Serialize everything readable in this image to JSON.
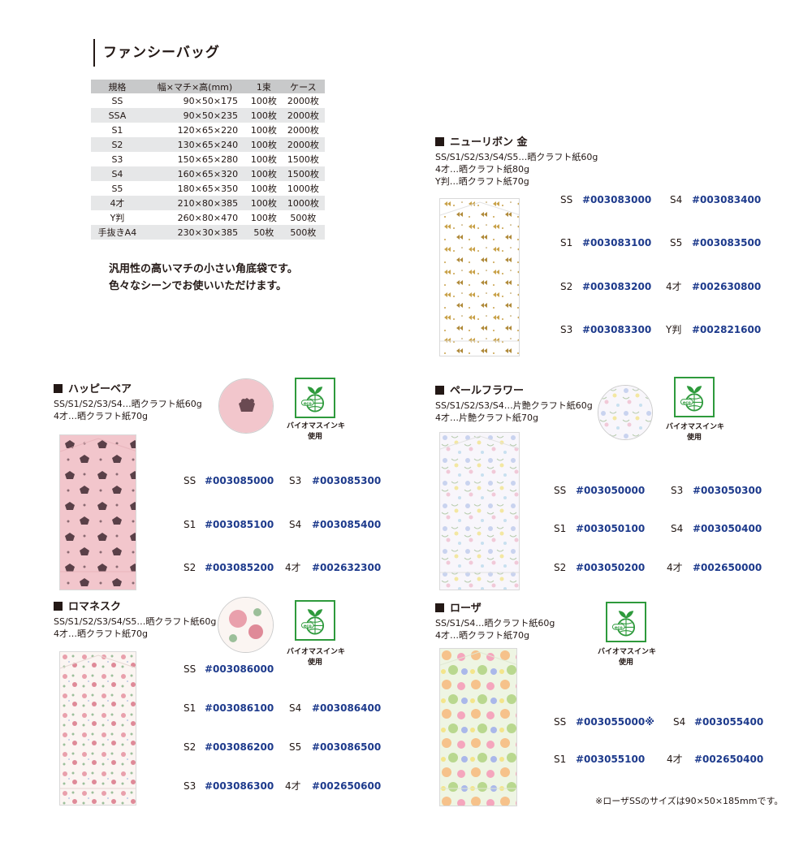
{
  "header": {
    "title": "ファンシーバッグ"
  },
  "spec_table": {
    "headers": [
      "規格",
      "幅×マチ×高(mm)",
      "1束",
      "ケース"
    ],
    "rows": [
      [
        "SS",
        "90×50×175",
        "100枚",
        "2000枚"
      ],
      [
        "SSA",
        "90×50×235",
        "100枚",
        "2000枚"
      ],
      [
        "S1",
        "120×65×220",
        "100枚",
        "2000枚"
      ],
      [
        "S2",
        "130×65×240",
        "100枚",
        "2000枚"
      ],
      [
        "S3",
        "150×65×280",
        "100枚",
        "1500枚"
      ],
      [
        "S4",
        "160×65×320",
        "100枚",
        "1500枚"
      ],
      [
        "S5",
        "180×65×350",
        "100枚",
        "1000枚"
      ],
      [
        "4才",
        "210×80×385",
        "100枚",
        "1000枚"
      ],
      [
        "Y判",
        "260×80×470",
        "100枚",
        "500枚"
      ],
      [
        "手抜きA4",
        "230×30×385",
        "50枚",
        "500枚"
      ]
    ]
  },
  "description": {
    "line1": "汎用性の高いマチの小さい角底袋です。",
    "line2": "色々なシーンでお使いいただけます。"
  },
  "bio_ink": {
    "line1": "バイオマスインキ",
    "line2": "使用",
    "icon": "bio-mass-ink-icon",
    "color": "#2e9a3c"
  },
  "code_color": "#1d3a8c",
  "products": {
    "new_ribbon": {
      "name": "ニューリボン 金",
      "materials": [
        "SS/S1/S2/S3/S4/S5…晒クラフト紙60g",
        "4才…晒クラフト紙80g",
        "Y判…晒クラフト紙70g"
      ],
      "codes": [
        {
          "size": "SS",
          "code": "#003083000"
        },
        {
          "size": "S4",
          "code": "#003083400"
        },
        {
          "size": "S1",
          "code": "#003083100"
        },
        {
          "size": "S5",
          "code": "#003083500"
        },
        {
          "size": "S2",
          "code": "#003083200"
        },
        {
          "size": "4才",
          "code": "#002630800"
        },
        {
          "size": "S3",
          "code": "#003083300"
        },
        {
          "size": "Y判",
          "code": "#002821600"
        }
      ]
    },
    "happy_bear": {
      "name": "ハッピーベア",
      "materials": [
        "SS/S1/S2/S3/S4…晒クラフト紙60g",
        "4才…晒クラフト紙70g"
      ],
      "codes": [
        {
          "size": "SS",
          "code": "#003085000"
        },
        {
          "size": "S3",
          "code": "#003085300"
        },
        {
          "size": "S1",
          "code": "#003085100"
        },
        {
          "size": "S4",
          "code": "#003085400"
        },
        {
          "size": "S2",
          "code": "#003085200"
        },
        {
          "size": "4才",
          "code": "#002632300"
        }
      ]
    },
    "pale_flower": {
      "name": "ペールフラワー",
      "materials": [
        "SS/S1/S2/S3/S4…片艶クラフト紙60g",
        "4才…片艶クラフト紙70g"
      ],
      "codes": [
        {
          "size": "SS",
          "code": "#003050000"
        },
        {
          "size": "S3",
          "code": "#003050300"
        },
        {
          "size": "S1",
          "code": "#003050100"
        },
        {
          "size": "S4",
          "code": "#003050400"
        },
        {
          "size": "S2",
          "code": "#003050200"
        },
        {
          "size": "4才",
          "code": "#002650000"
        }
      ]
    },
    "romanesque": {
      "name": "ロマネスク",
      "materials": [
        "SS/S1/S2/S3/S4/S5…晒クラフト紙60g",
        "4才…晒クラフト紙70g"
      ],
      "codes": [
        {
          "size": "SS",
          "code": "#003086000"
        },
        {
          "size": "S1",
          "code": "#003086100"
        },
        {
          "size": "S4",
          "code": "#003086400"
        },
        {
          "size": "S2",
          "code": "#003086200"
        },
        {
          "size": "S5",
          "code": "#003086500"
        },
        {
          "size": "S3",
          "code": "#003086300"
        },
        {
          "size": "4才",
          "code": "#002650600"
        }
      ]
    },
    "rosa": {
      "name": "ローザ",
      "materials": [
        "SS/S1/S4…晒クラフト紙60g",
        "4才…晒クラフト紙70g"
      ],
      "codes": [
        {
          "size": "SS",
          "code": "#003055000※"
        },
        {
          "size": "S4",
          "code": "#003055400"
        },
        {
          "size": "S1",
          "code": "#003055100"
        },
        {
          "size": "4才",
          "code": "#002650400"
        }
      ],
      "note": "※ローザSSのサイズは90×50×185mmです。"
    }
  }
}
